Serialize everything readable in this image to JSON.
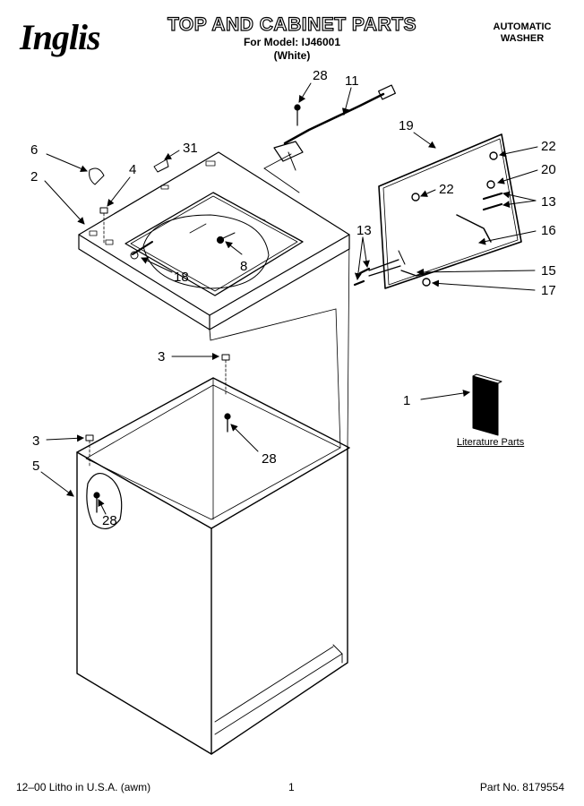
{
  "header": {
    "brand": "Inglis",
    "title": "TOP AND CABINET PARTS",
    "model_line": "For Model: IJ46001",
    "color_line": "(White)",
    "type_line1": "AUTOMATIC",
    "type_line2": "WASHER"
  },
  "literature_label": "Literature Parts",
  "footer": {
    "left": "12–00 Litho in U.S.A. (awm)",
    "page": "1",
    "right": "Part No. 8179554"
  },
  "callouts": {
    "c28a": "28",
    "c11": "11",
    "c6": "6",
    "c31": "31",
    "c4": "4",
    "c2": "2",
    "c19": "19",
    "c22a": "22",
    "c20": "20",
    "c22b": "22",
    "c13a": "13",
    "c16": "16",
    "c13b": "13",
    "c15": "15",
    "c17": "17",
    "c8": "8",
    "c18": "18",
    "c3a": "3",
    "c28b": "28",
    "c1": "1",
    "c3b": "3",
    "c5": "5",
    "c28c": "28"
  }
}
